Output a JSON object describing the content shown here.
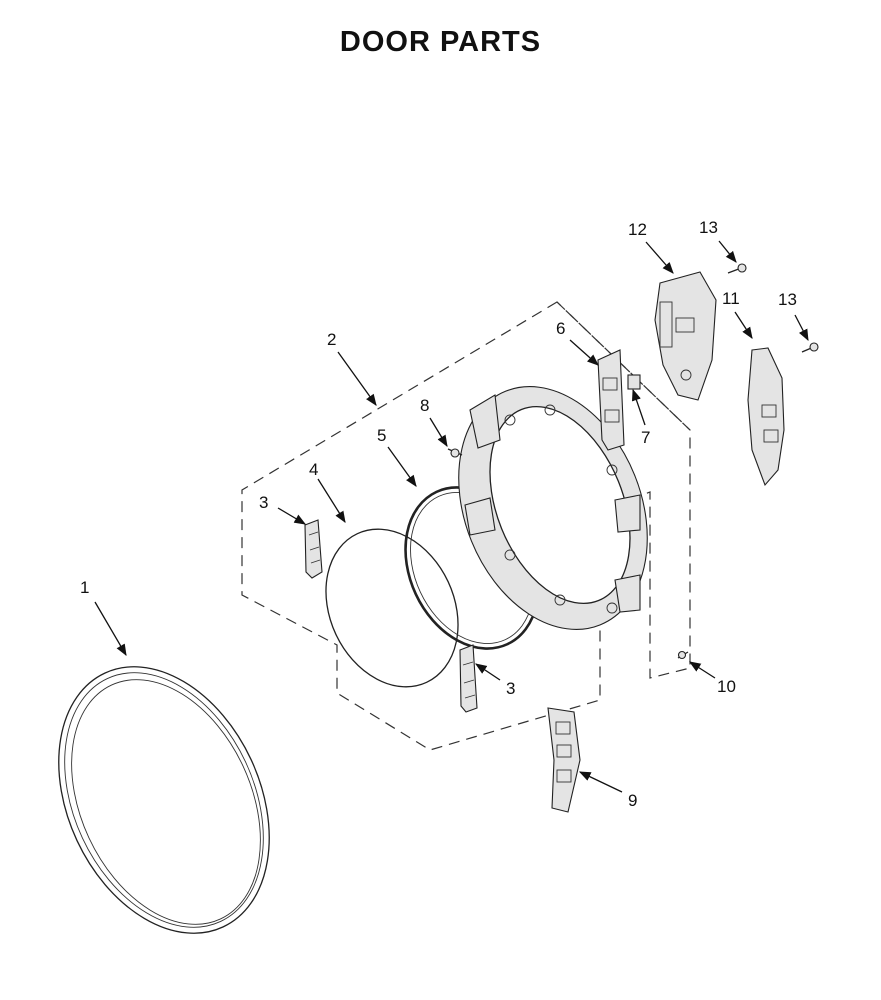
{
  "title": "DOOR PARTS",
  "callouts": [
    {
      "id": "c1",
      "label": "1"
    },
    {
      "id": "c2",
      "label": "2"
    },
    {
      "id": "c3a",
      "label": "3"
    },
    {
      "id": "c3b",
      "label": "3"
    },
    {
      "id": "c4",
      "label": "4"
    },
    {
      "id": "c5",
      "label": "5"
    },
    {
      "id": "c6",
      "label": "6"
    },
    {
      "id": "c7",
      "label": "7"
    },
    {
      "id": "c8",
      "label": "8"
    },
    {
      "id": "c9",
      "label": "9"
    },
    {
      "id": "c10",
      "label": "10"
    },
    {
      "id": "c11",
      "label": "11"
    },
    {
      "id": "c12",
      "label": "12"
    },
    {
      "id": "c13a",
      "label": "13"
    },
    {
      "id": "c13b",
      "label": "13"
    }
  ]
}
